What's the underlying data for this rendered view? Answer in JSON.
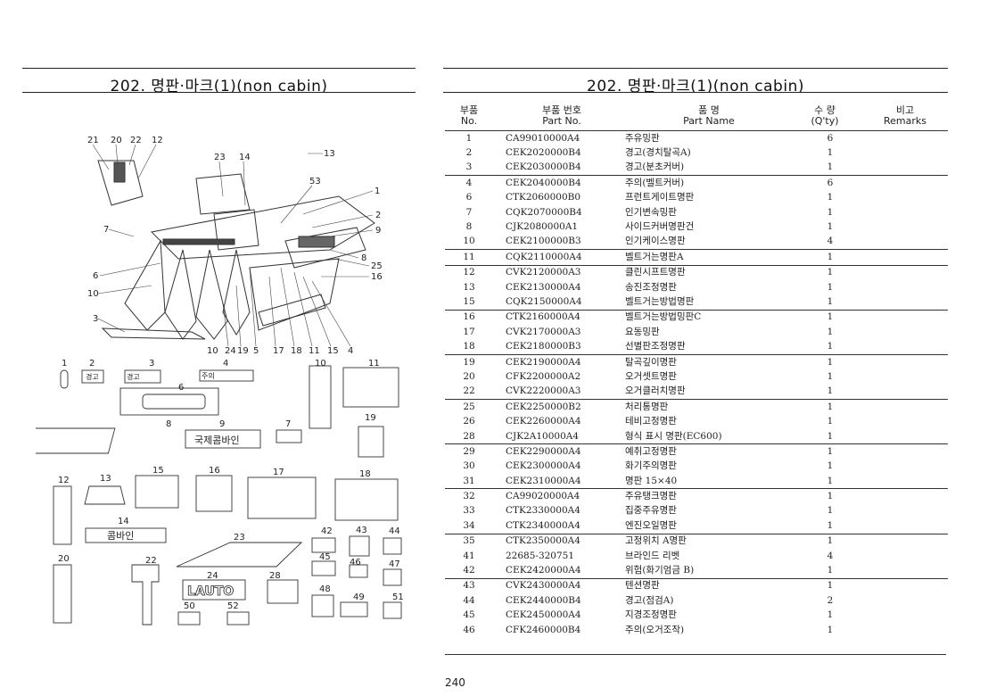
{
  "left": {
    "title": "202. 명판·마크(1)(non cabin)"
  },
  "right": {
    "title": "202. 명판·마크(1)(non cabin)",
    "headers": {
      "no_ko": "부품",
      "no_en": "No.",
      "pn_ko": "부품  번호",
      "pn_en": "Part  No.",
      "name_ko": "품          명",
      "name_en": "Part       Name",
      "qty_ko": "수  량",
      "qty_en": "(Q'ty)",
      "rem_ko": "비고",
      "rem_en": "Remarks"
    },
    "rows": [
      {
        "no": "1",
        "pn": "CA99010000A4",
        "name": "주유밍판",
        "qty": "6"
      },
      {
        "no": "2",
        "pn": "CEK2020000B4",
        "name": "경고(경치탈곡A)",
        "qty": "1"
      },
      {
        "no": "3",
        "pn": "CEK2030000B4",
        "name": "경고(분초커버)",
        "qty": "1"
      },
      {
        "no": "4",
        "pn": "CEK2040000B4",
        "name": "주의(벨트커버)",
        "qty": "6"
      },
      {
        "no": "6",
        "pn": "CTK2060000B0",
        "name": "프런트게이트명판",
        "qty": "1"
      },
      {
        "no": "7",
        "pn": "CQK2070000B4",
        "name": "인기변속밍판",
        "qty": "1"
      },
      {
        "no": "8",
        "pn": "CJK2080000A1",
        "name": "사이드커버명판건",
        "qty": "1"
      },
      {
        "no": "10",
        "pn": "CEK2100000B3",
        "name": "인기케이스명판",
        "qty": "4"
      },
      {
        "no": "11",
        "pn": "CQK2110000A4",
        "name": "벨트거는명판A",
        "qty": "1"
      },
      {
        "no": "12",
        "pn": "CVK2120000A3",
        "name": "클린시프트명판",
        "qty": "1"
      },
      {
        "no": "13",
        "pn": "CEK2130000A4",
        "name": "송진조정명판",
        "qty": "1"
      },
      {
        "no": "15",
        "pn": "CQK2150000A4",
        "name": "벨트거는방법명판",
        "qty": "1"
      },
      {
        "no": "16",
        "pn": "CTK2160000A4",
        "name": "벨트거는방법밍판C",
        "qty": "1"
      },
      {
        "no": "17",
        "pn": "CVK2170000A3",
        "name": "요동밍판",
        "qty": "1"
      },
      {
        "no": "18",
        "pn": "CEK2180000B3",
        "name": "선별판조정명판",
        "qty": "1"
      },
      {
        "no": "19",
        "pn": "CEK2190000A4",
        "name": "탈곡깊이명판",
        "qty": "1"
      },
      {
        "no": "20",
        "pn": "CFK2200000A2",
        "name": "오거셋트명판",
        "qty": "1"
      },
      {
        "no": "22",
        "pn": "CVK2220000A3",
        "name": "오거클러치명판",
        "qty": "1"
      },
      {
        "no": "25",
        "pn": "CEK2250000B2",
        "name": "처리통명판",
        "qty": "1"
      },
      {
        "no": "26",
        "pn": "CEK2260000A4",
        "name": "테비고정명판",
        "qty": "1"
      },
      {
        "no": "28",
        "pn": "CJK2A10000A4",
        "name": "형식 표시 명판(EC600)",
        "qty": "1"
      },
      {
        "no": "29",
        "pn": "CEK2290000A4",
        "name": "예취고정명판",
        "qty": "1"
      },
      {
        "no": "30",
        "pn": "CEK2300000A4",
        "name": "화기주의명판",
        "qty": "1"
      },
      {
        "no": "31",
        "pn": "CEK2310000A4",
        "name": "명판 15×40",
        "qty": "1"
      },
      {
        "no": "32",
        "pn": "CA99020000A4",
        "name": "주유탱크명판",
        "qty": "1"
      },
      {
        "no": "33",
        "pn": "CTK2330000A4",
        "name": "집중주유명판",
        "qty": "1"
      },
      {
        "no": "34",
        "pn": "CTK2340000A4",
        "name": "엔진오일명판",
        "qty": "1"
      },
      {
        "no": "35",
        "pn": "CTK2350000A4",
        "name": "고정위치 A명판",
        "qty": "1"
      },
      {
        "no": "41",
        "pn": "22685-320751",
        "name": "브라인드 리벳",
        "qty": "4"
      },
      {
        "no": "42",
        "pn": "CEK2420000A4",
        "name": "위험(화기엄금 B)",
        "qty": "1"
      },
      {
        "no": "43",
        "pn": "CVK2430000A4",
        "name": "텐션명판",
        "qty": "1"
      },
      {
        "no": "44",
        "pn": "CEK2440000B4",
        "name": "경고(점검A)",
        "qty": "2"
      },
      {
        "no": "45",
        "pn": "CEK2450000A4",
        "name": "지경조정명판",
        "qty": "1"
      },
      {
        "no": "46",
        "pn": "CFK2460000B4",
        "name": "주의(오거조작)",
        "qty": "1"
      }
    ],
    "group_starts": [
      0,
      3,
      8,
      9,
      12,
      15,
      18,
      21,
      24,
      27,
      30
    ],
    "page_number": "240"
  },
  "diagram": {
    "callouts": [
      "21",
      "20",
      "22",
      "12",
      "23",
      "14",
      "13",
      "53",
      "1",
      "2",
      "9",
      "8",
      "25",
      "16",
      "7",
      "6",
      "10",
      "3",
      "24",
      "19",
      "5",
      "17",
      "18",
      "11",
      "15",
      "4"
    ],
    "parts_labels": [
      "1",
      "2",
      "3",
      "4",
      "6",
      "10",
      "11",
      "8",
      "9",
      "7",
      "19",
      "12",
      "13",
      "15",
      "16",
      "17",
      "18",
      "14",
      "20",
      "22",
      "23",
      "24",
      "28",
      "42",
      "43",
      "44",
      "45",
      "46",
      "47",
      "48",
      "49",
      "51",
      "50",
      "52"
    ],
    "plate_texts": {
      "p2": "경고",
      "p3": "경고",
      "p4": "주의",
      "p9": "국제콤바인",
      "p14": "콤바인",
      "p24": "LAUTO"
    }
  }
}
